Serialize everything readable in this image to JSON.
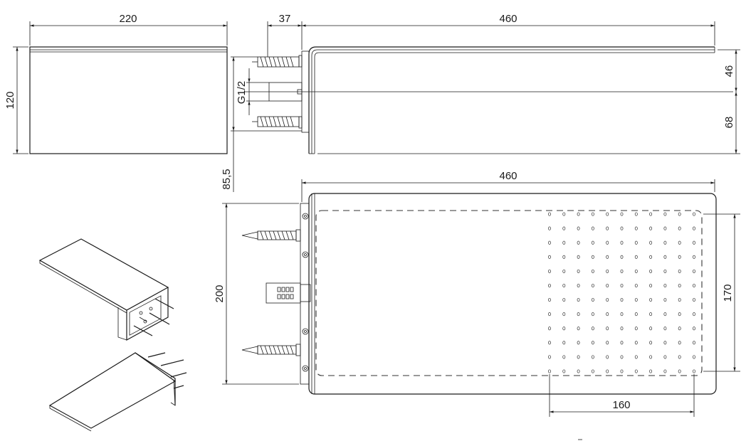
{
  "dimensions": {
    "top_width": "220",
    "top_height": "120",
    "connector_offset": "37",
    "side_length": "460",
    "upper_to_axis": "46",
    "axis_to_bottom": "68",
    "thread": "G1/2",
    "mount_height": "85,5",
    "plan_length": "460",
    "plan_width": "200",
    "spray_width": "170",
    "spray_length": "160"
  },
  "colors": {
    "line": "#1a1a1a",
    "background": "#ffffff"
  }
}
